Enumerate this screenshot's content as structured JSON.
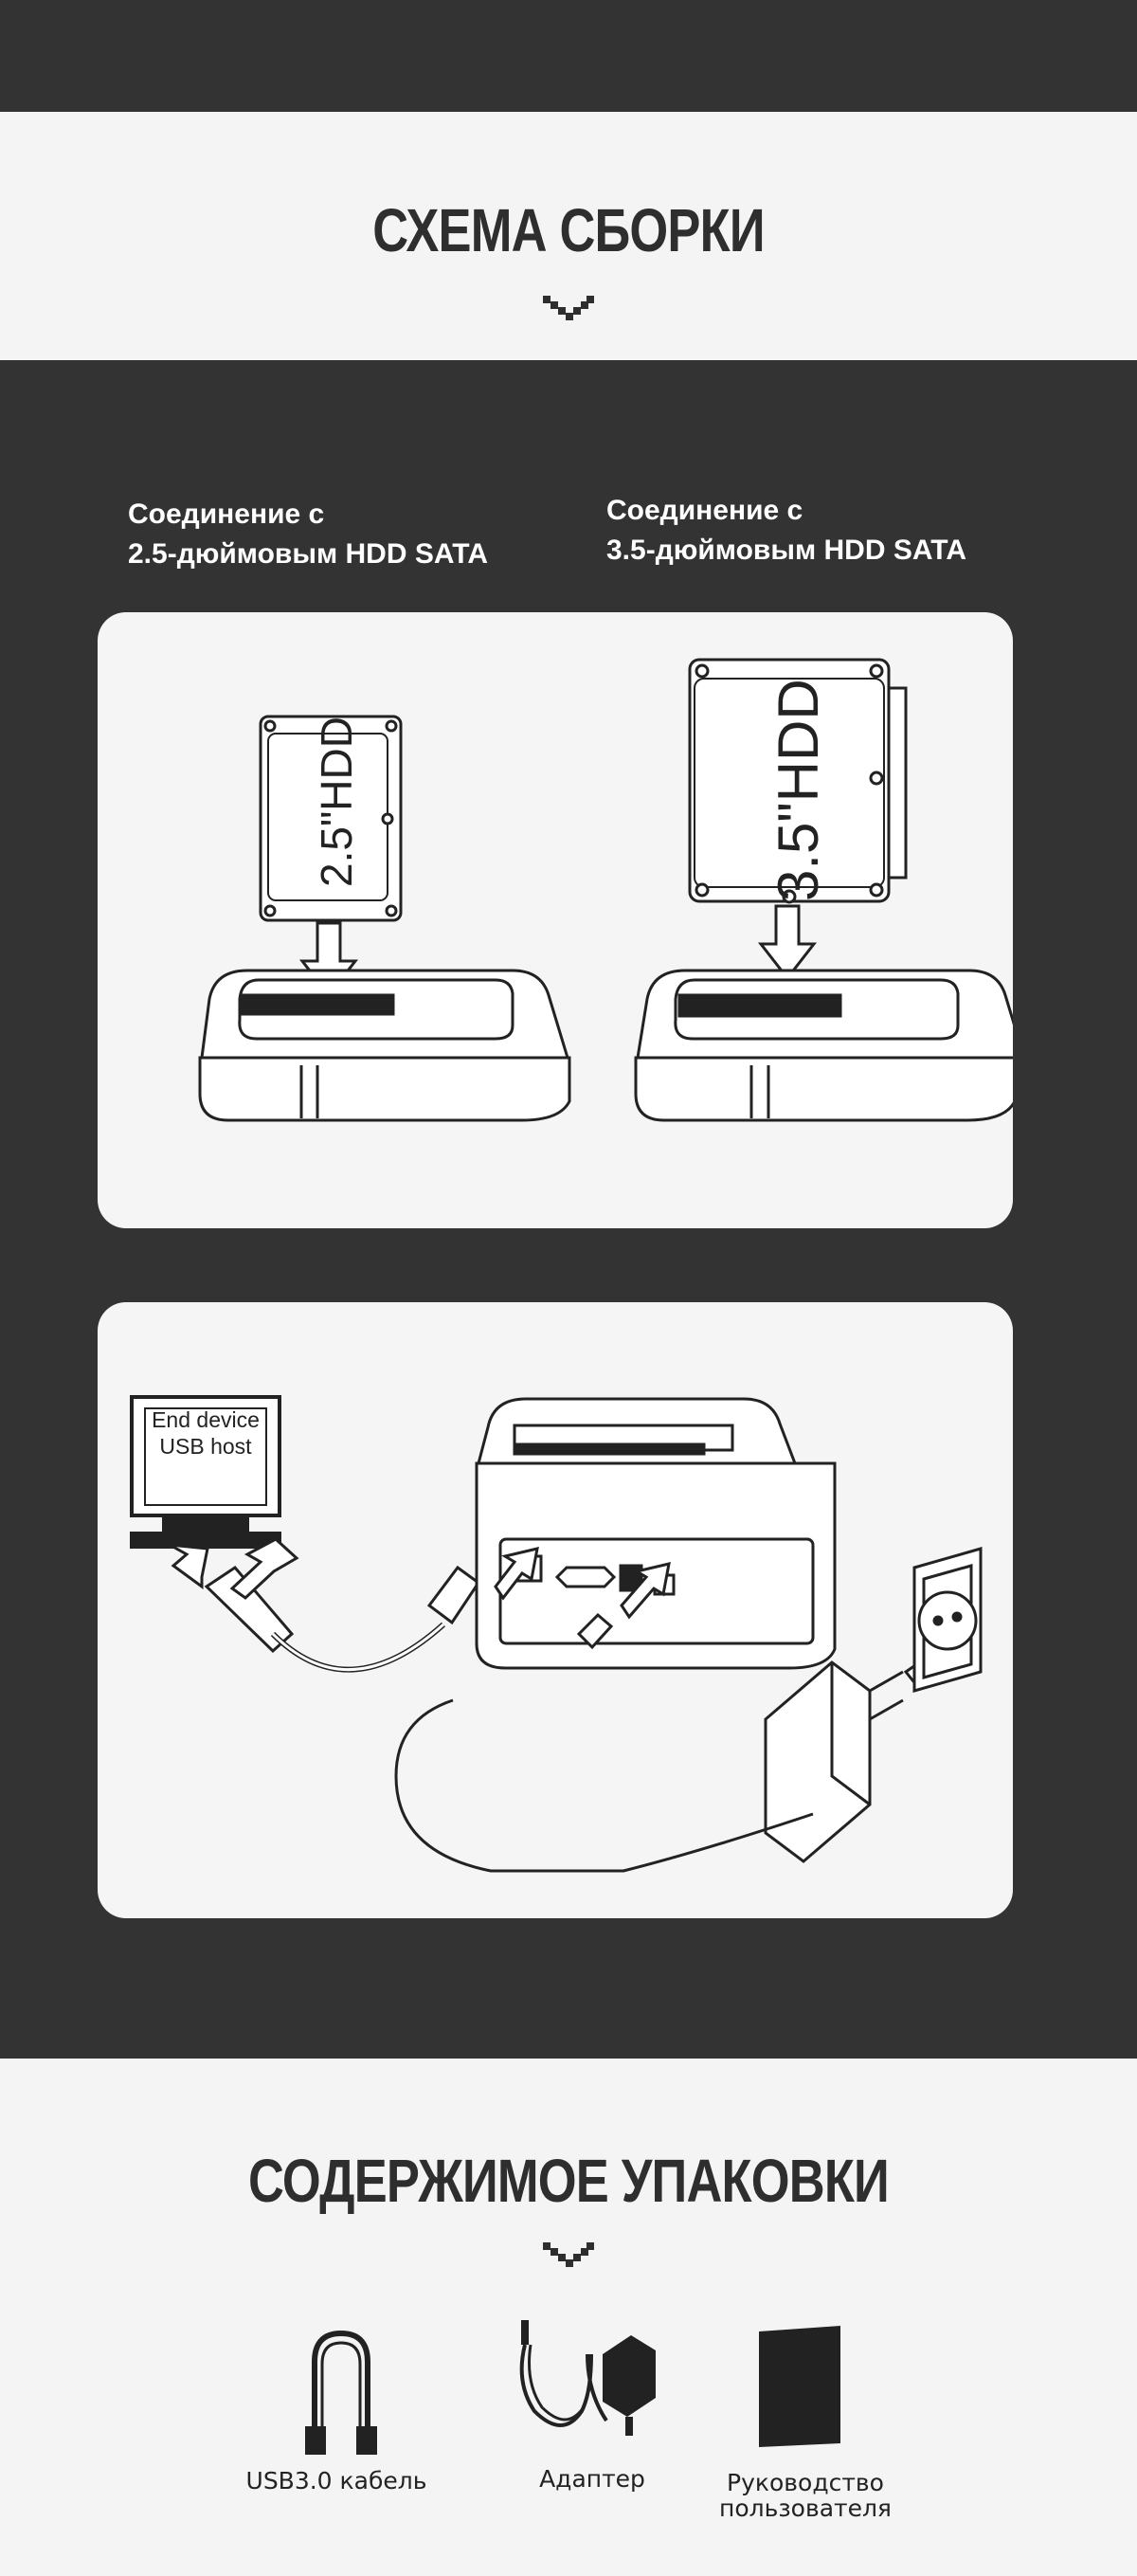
{
  "assembly": {
    "title": "СХЕМА СБОРКИ",
    "left_label_line1": "Соединение с",
    "left_label_line2": "2.5-дюймовым HDD SATA",
    "right_label_line1": "Соединение с",
    "right_label_line2": "3.5-дюймовым HDD SATA",
    "hdd_small": "2.5\"HDD",
    "hdd_large": "3.5\"HDD",
    "end_device_line1": "End device",
    "end_device_line2": "USB host"
  },
  "package": {
    "title": "СОДЕРЖИМОЕ УПАКОВКИ",
    "items": [
      {
        "label": "USB3.0 кабель",
        "icon": "usb-cable-icon"
      },
      {
        "label": "Адаптер",
        "icon": "adapter-icon"
      },
      {
        "label_line1": "Руководство",
        "label_line2": "пользователя",
        "icon": "manual-icon"
      }
    ]
  },
  "colors": {
    "dark": "#333333",
    "light": "#f4f4f4",
    "text": "#2e2e2e"
  }
}
